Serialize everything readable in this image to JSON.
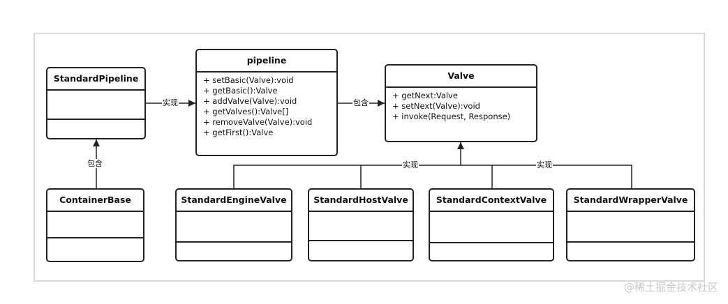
{
  "classes": {
    "standard_pipeline": {
      "name": "StandardPipeline"
    },
    "pipeline": {
      "name": "pipeline",
      "operations": [
        "+ setBasic(Valve):void",
        "+ getBasic():Valve",
        "+ addValve(Valve):void",
        "+ getValves():Valve[]",
        "+ removeValve(Valve):void",
        "+ getFirst():Valve"
      ]
    },
    "valve": {
      "name": "Valve",
      "operations": [
        "+ getNext:Valve",
        "+ setNext(Valve):void",
        "+ invoke(Request, Response)"
      ]
    },
    "container_base": {
      "name": "ContainerBase"
    },
    "standard_engine_valve": {
      "name": "StandardEngineValve"
    },
    "standard_host_valve": {
      "name": "StandardHostValve"
    },
    "standard_context_valve": {
      "name": "StandardContextValve"
    },
    "standard_wrapper_valve": {
      "name": "StandardWrapperValve"
    }
  },
  "relations": {
    "pipeline_implements": "实现",
    "pipeline_contains_valve": "包含",
    "container_contains_pipeline": "包含",
    "valve_impl_left": "实现",
    "valve_impl_right": "实现"
  },
  "watermark": "@稀土掘金技术社区",
  "colors": {
    "line": "#222222",
    "frame": "#d9d9d9",
    "watermark": "#c9c9c9"
  }
}
